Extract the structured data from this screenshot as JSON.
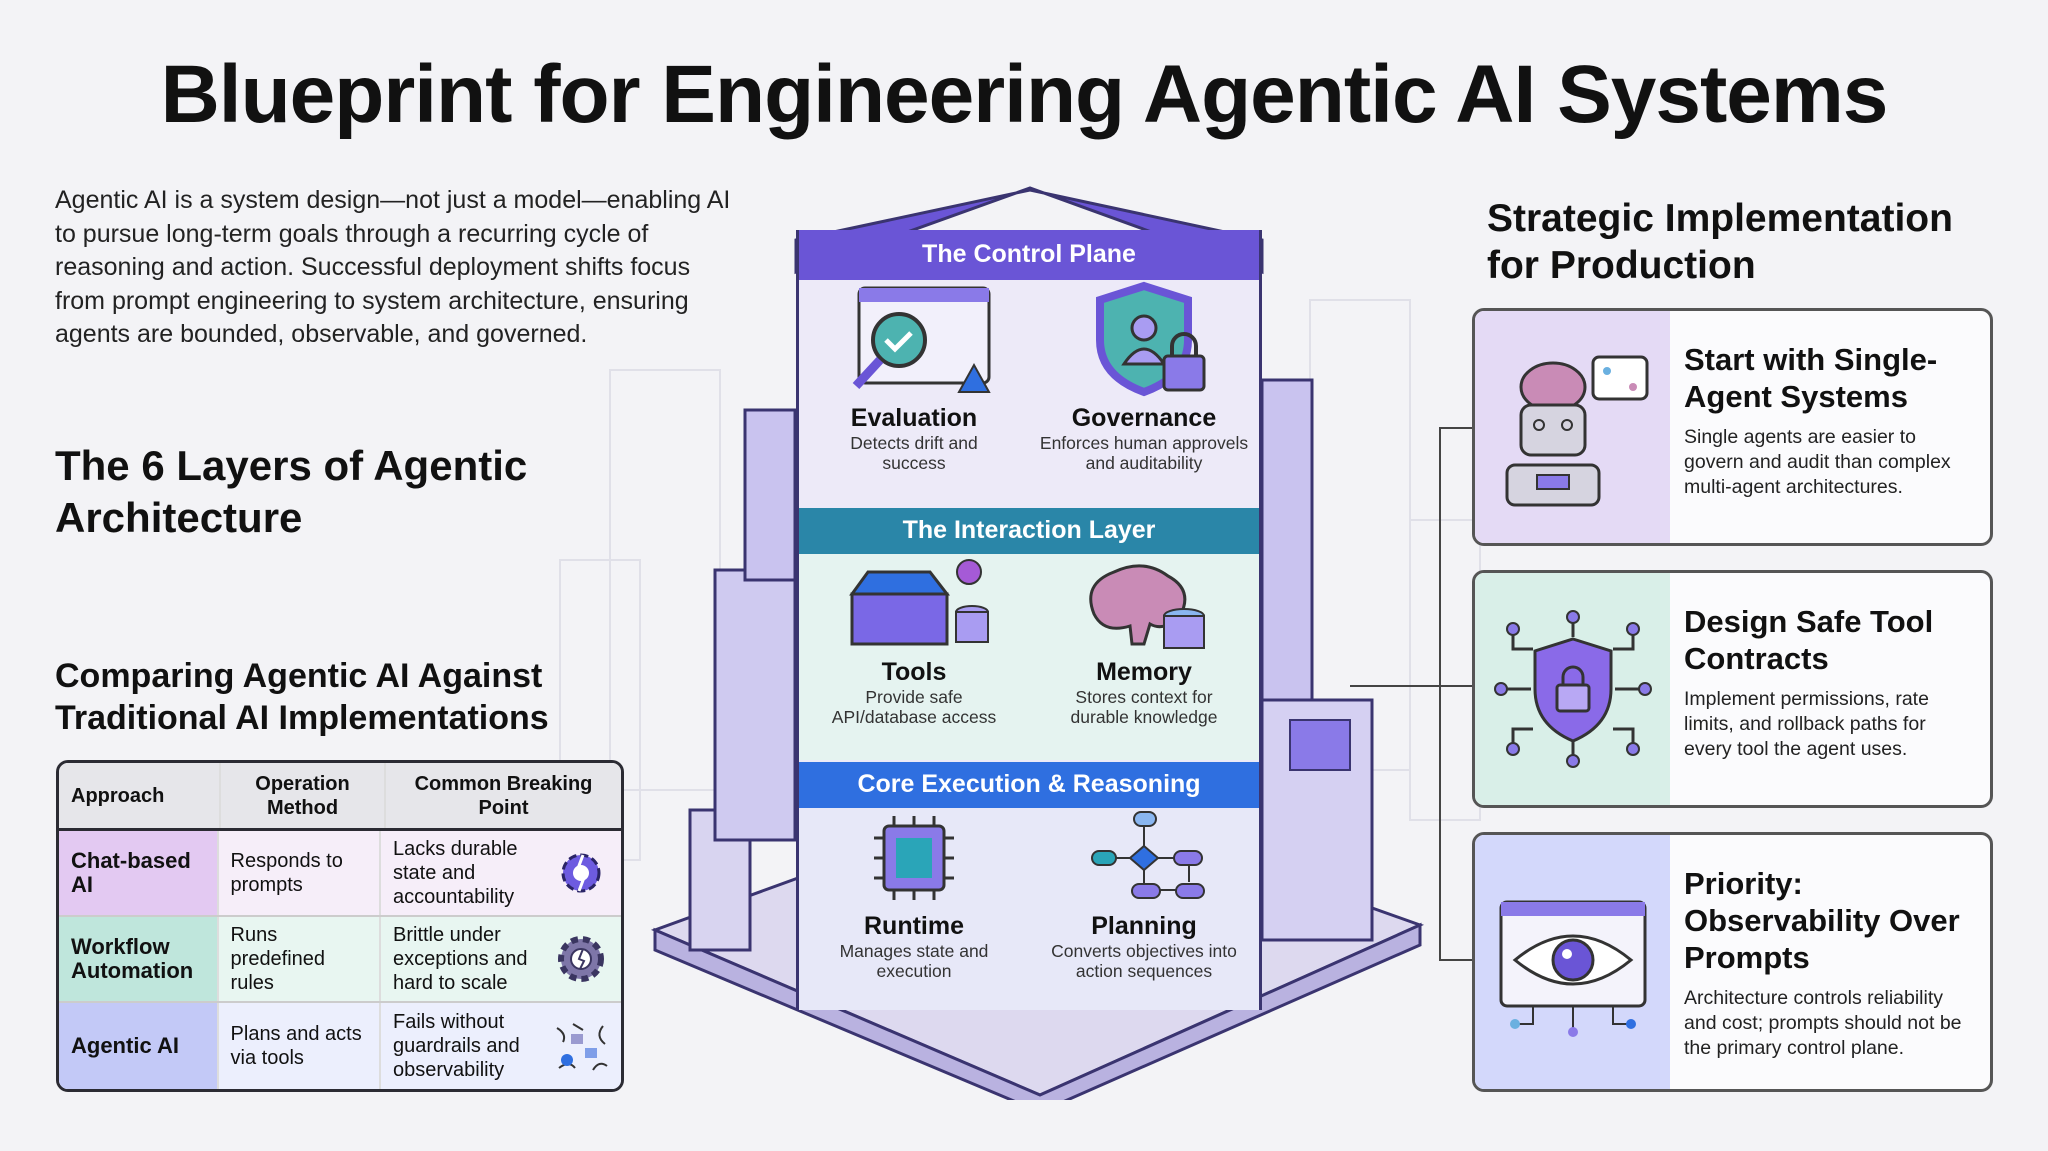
{
  "title": "Blueprint for Engineering Agentic AI Systems",
  "intro": "Agentic AI is a system design—not just a model—enabling AI to pursue long-term goals through a recurring cycle of reasoning and action. Successful deployment shifts focus from prompt engineering to system architecture, ensuring agents are bounded, observable, and governed.",
  "layers_heading": "The 6 Layers of Agentic Architecture",
  "compare_heading": "Comparing Agentic AI Against Traditional AI Implementations",
  "table": {
    "headers": [
      "Approach",
      "Operation Method",
      "Common Breaking Point"
    ],
    "rows": [
      {
        "approach": "Chat-based AI",
        "method": "Responds to prompts",
        "breaking": "Lacks durable state and accountability",
        "icon": "broken-gear-icon",
        "color": "#e3c9f2"
      },
      {
        "approach": "Workflow Automation",
        "method": "Runs predefined rules",
        "breaking": "Brittle under exceptions and hard to scale",
        "icon": "cracked-gear-icon",
        "color": "#bfe6dc"
      },
      {
        "approach": "Agentic AI",
        "method": "Plans and acts via tools",
        "breaking": "Fails without guardrails and observability",
        "icon": "chaos-network-icon",
        "color": "#c3c9f7"
      }
    ]
  },
  "stack": {
    "control": {
      "label": "The Control Plane",
      "color": "#6a55d6",
      "items": [
        {
          "name": "Evaluation",
          "desc": "Detects drift and success",
          "icon": "evaluation-magnifier-icon"
        },
        {
          "name": "Governance",
          "desc": "Enforces human approvels and auditability",
          "icon": "shield-lock-icon"
        }
      ]
    },
    "interaction": {
      "label": "The Interaction Layer",
      "color": "#2a86a8",
      "items": [
        {
          "name": "Tools",
          "desc": "Provide safe API/database access",
          "icon": "toolbox-icon"
        },
        {
          "name": "Memory",
          "desc": "Stores context for durable knowledge",
          "icon": "brain-database-icon"
        }
      ]
    },
    "core": {
      "label": "Core Execution & Reasoning",
      "color": "#2f6fe0",
      "items": [
        {
          "name": "Runtime",
          "desc": "Manages state and execution",
          "icon": "chip-icon"
        },
        {
          "name": "Planning",
          "desc": "Converts objectives into action sequences",
          "icon": "flowchart-icon"
        }
      ]
    }
  },
  "strategic_heading": "Strategic Implementation for Production",
  "cards": [
    {
      "title": "Start with Single-Agent Systems",
      "body": "Single agents are easier to govern and audit than complex multi-agent architectures.",
      "icon": "robot-brain-icon",
      "color": "#e4daf5"
    },
    {
      "title": "Design Safe Tool Contracts",
      "body": "Implement permissions, rate limits, and rollback paths for every tool the agent uses.",
      "icon": "shield-circuit-icon",
      "color": "#d9efe8"
    },
    {
      "title": "Priority: Observability Over Prompts",
      "body": "Architecture controls reliability and cost; prompts should not be the primary control plane.",
      "icon": "eye-window-icon",
      "color": "#d3d8fb"
    }
  ]
}
